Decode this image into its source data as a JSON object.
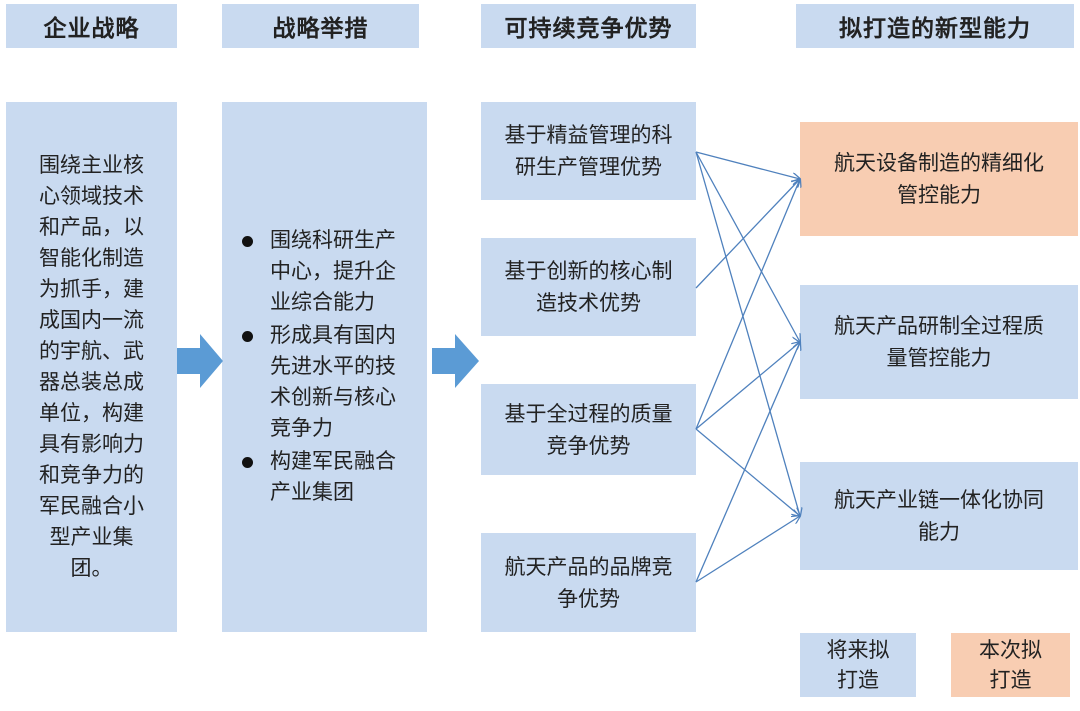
{
  "headers": {
    "strategy": "企业战略",
    "measures": "战略举措",
    "advantages": "可持续竞争优势",
    "capabilities": "拟打造的新型能力"
  },
  "strategy_text": "围绕主业核心领域技术和产品，以智能化制造为抓手，建成国内一流的宇航、武器总装总成单位，构建具有影响力和竞争力的军民融合小型产业集团。",
  "measures": [
    "围绕科研生产中心，提升企业综合能力",
    "形成具有国内先进水平的技术创新与核心竞争力",
    "构建军民融合产业集团"
  ],
  "advantages": [
    "基于精益管理的科研生产管理优势",
    "基于创新的核心制造技术优势",
    "基于全过程的质量竞争优势",
    "航天产品的品牌竞争优势"
  ],
  "capabilities": [
    "航天设备制造的精细化管控能力",
    "航天产品研制全过程质量管控能力",
    "航天产业链一体化协同能力"
  ],
  "legend": {
    "future": "将来拟打造",
    "current": "本次拟打造"
  },
  "colors": {
    "box": "#c9daf0",
    "highlight": "#f8cdb2",
    "arrow": "#5b9bd5",
    "connector": "#4f81bd"
  },
  "connections": [
    [
      0,
      0
    ],
    [
      0,
      1
    ],
    [
      0,
      2
    ],
    [
      1,
      0
    ],
    [
      2,
      0
    ],
    [
      2,
      1
    ],
    [
      2,
      2
    ],
    [
      3,
      1
    ],
    [
      3,
      2
    ]
  ]
}
